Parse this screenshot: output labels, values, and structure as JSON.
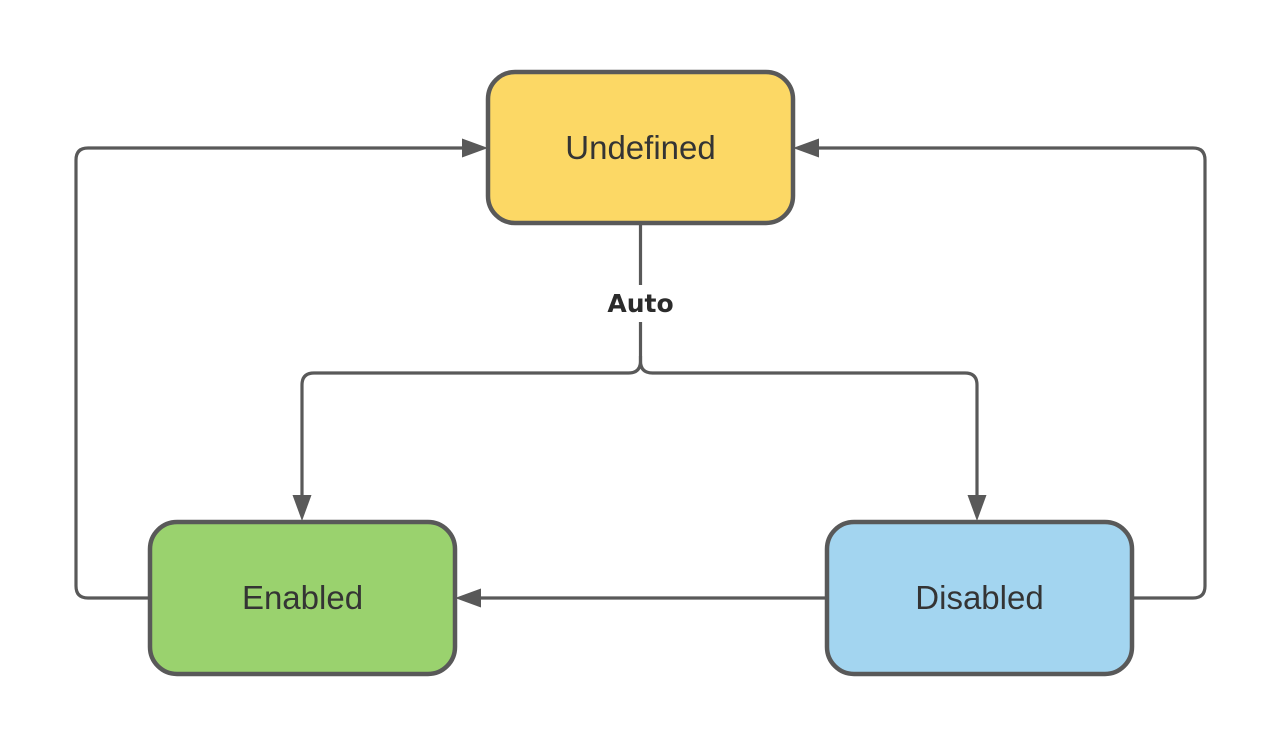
{
  "diagram": {
    "type": "state-diagram",
    "background_color": "#ffffff",
    "theme": {
      "line_color": "#595959",
      "node_stroke_color": "#595959",
      "node_text_color": "#343434",
      "edge_label_color": "#2b2b2b"
    },
    "nodes": [
      {
        "id": "undefined",
        "label": "Undefined",
        "fill": "#FCD865"
      },
      {
        "id": "enabled",
        "label": "Enabled",
        "fill": "#9AD26E"
      },
      {
        "id": "disabled",
        "label": "Disabled",
        "fill": "#A3D5F0"
      }
    ],
    "edges": [
      {
        "from": "enabled",
        "to": "undefined",
        "label": ""
      },
      {
        "from": "disabled",
        "to": "undefined",
        "label": ""
      },
      {
        "from": "undefined",
        "to": "enabled",
        "label": "Auto"
      },
      {
        "from": "undefined",
        "to": "disabled",
        "label": "Auto"
      },
      {
        "from": "enabled",
        "to": "disabled",
        "label": "",
        "bidirectional": true
      }
    ],
    "edge_label": "Auto"
  }
}
